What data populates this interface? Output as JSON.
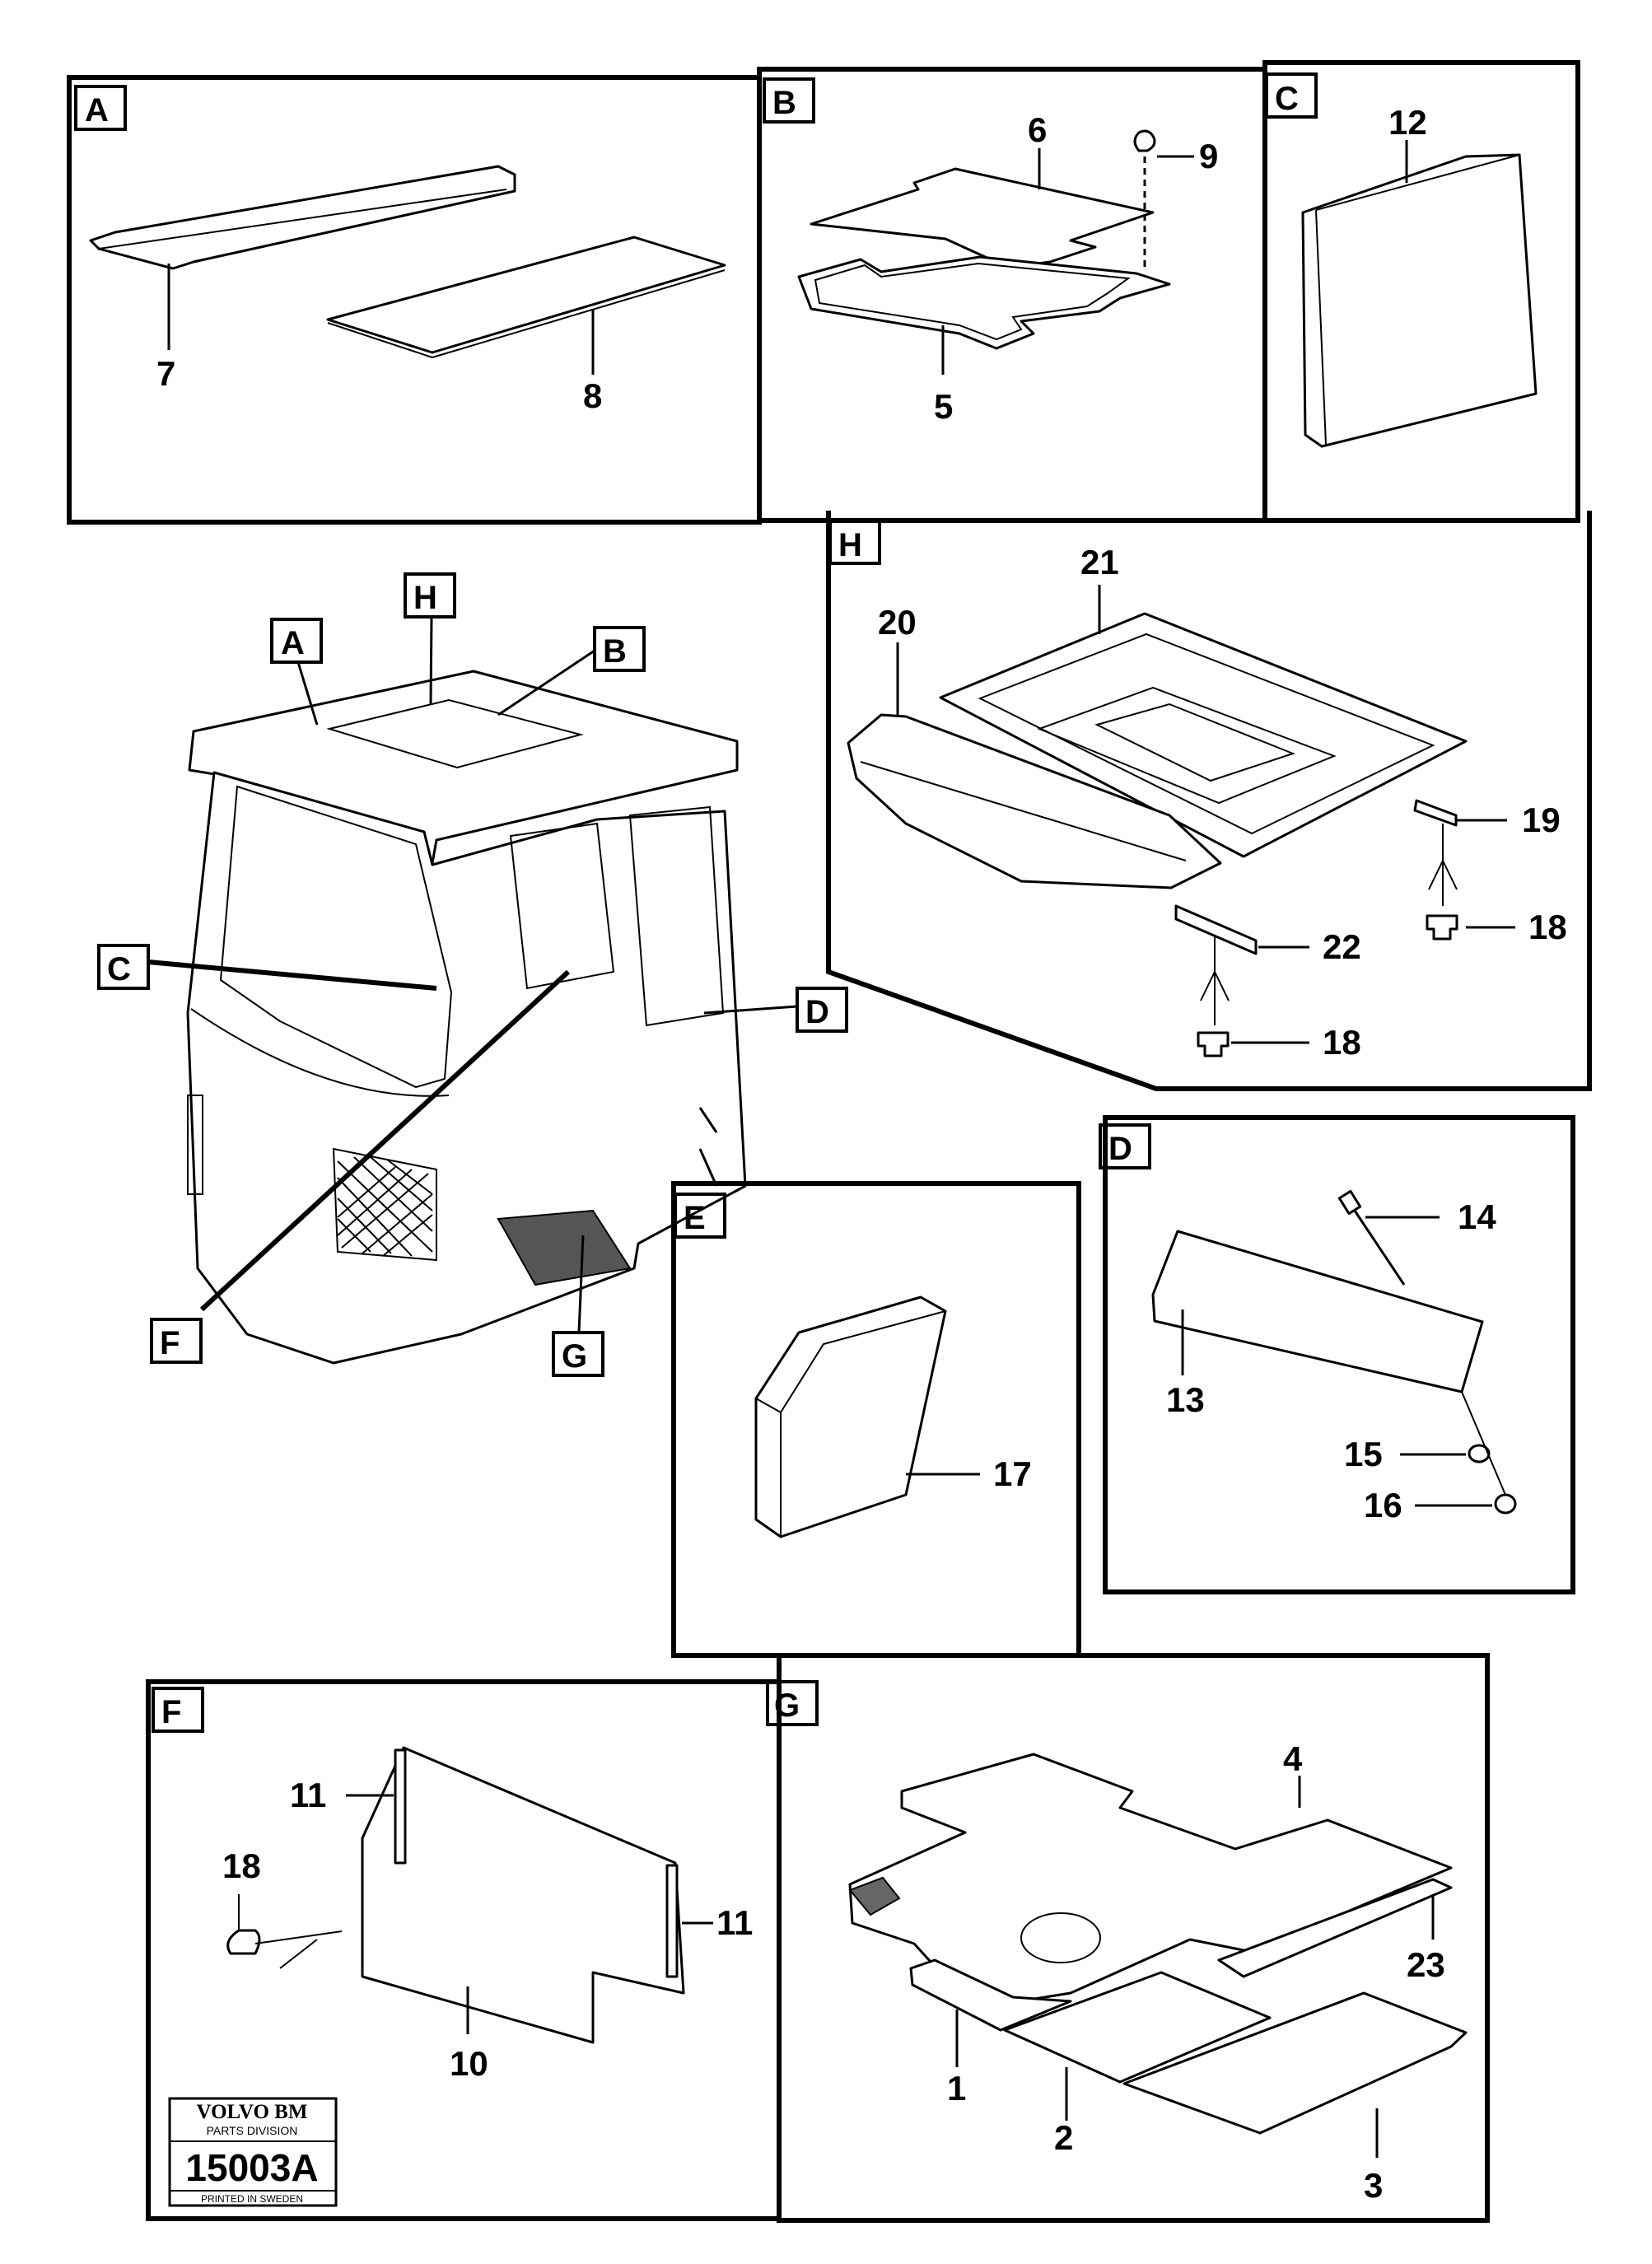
{
  "panels": {
    "A": {
      "label": "A",
      "parts": [
        "7",
        "8"
      ]
    },
    "B": {
      "label": "B",
      "parts": [
        "6",
        "9",
        "5"
      ]
    },
    "C": {
      "label": "C",
      "parts": [
        "12"
      ]
    },
    "H": {
      "label": "H",
      "parts": [
        "21",
        "20",
        "19",
        "18",
        "22",
        "18"
      ]
    },
    "D": {
      "label": "D",
      "parts": [
        "14",
        "13",
        "15",
        "16"
      ]
    },
    "E": {
      "label": "E",
      "parts": [
        "17"
      ]
    },
    "F": {
      "label": "F",
      "parts": [
        "11",
        "18",
        "11",
        "10"
      ]
    },
    "G": {
      "label": "G",
      "parts": [
        "4",
        "23",
        "1",
        "2",
        "3"
      ]
    }
  },
  "overview": {
    "callouts": [
      "A",
      "H",
      "B",
      "C",
      "D",
      "E",
      "F",
      "G"
    ]
  },
  "stamp": {
    "brand": "VOLVO BM",
    "division": "PARTS DIVISION",
    "code": "15003A",
    "printed": "PRINTED IN SWEDEN"
  }
}
